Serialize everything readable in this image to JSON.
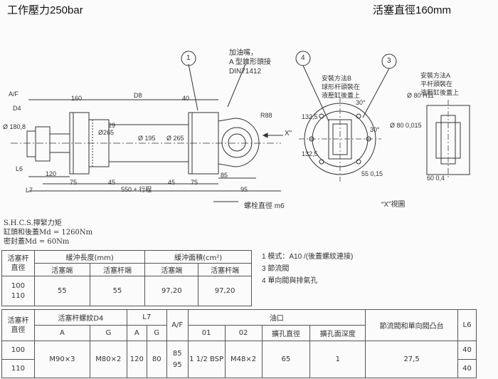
{
  "header": {
    "left": "工作壓力250bar",
    "right": "活塞直徑160mm"
  },
  "drawing": {
    "oil_port_note": [
      "加油嘴，",
      "A 型錐形頭接",
      "DIN71412"
    ],
    "balloons": [
      "1",
      "4",
      "3"
    ],
    "method_b": [
      "安裝方法B",
      "球形杆頭裝在",
      "液壓缸後蓋上"
    ],
    "method_a": [
      "安裝方法A",
      "平杆頭裝在",
      "液壓缸後蓋上"
    ],
    "dims": {
      "af": "A/F",
      "d4": "D4",
      "d160": "160",
      "d8": "D8",
      "d40top": "40",
      "d180": "Ø 180,8",
      "d265a": "Ø265",
      "d29": "29",
      "d195": "Ø 195",
      "d265b": "Ø 265",
      "r88": "R88",
      "x": "X\"",
      "l6": "L6",
      "d120": "120",
      "d75a": "75",
      "d45a": "45",
      "stroke": "550 + 行程",
      "d45b": "45",
      "d75b": "75",
      "d85": "85",
      "d95": "95",
      "l7": "L7",
      "bolt": "螺栓直徑 m6",
      "d1325a": "132,5",
      "d1325b": "132,5",
      "d30a": "30°",
      "d30b": "30°",
      "d80a": "Ø 80 0,015",
      "d55": "55 0,15",
      "d60": "60 0,4",
      "d80b": "Ø 80 H11",
      "view": "“X”視圖"
    }
  },
  "torque": {
    "title": "S.H.C.S.擰緊力矩",
    "line1": "缸頭和後蓋Md = 1260Nm",
    "line2": "密封蓋Md = 60Nm"
  },
  "legend": [
    "1  模式：A10 /(後蓋螺紋連接)",
    "3  節流閥",
    "4  單向閥與排氣孔"
  ],
  "table1": {
    "col_rod": "活塞杆\n直徑",
    "col_cushion_len": "緩沖長度(mm)",
    "col_cushion_area": "緩沖面積(cm²)",
    "sub": [
      "活塞端",
      "活塞杆端",
      "活塞端",
      "活塞杆端"
    ],
    "rods": "100\n110",
    "values": [
      "55",
      "55",
      "97,20",
      "97,20"
    ]
  },
  "table2": {
    "col_rod": "活塞杆\n直徑",
    "col_thread": "活塞杆螺紋D4",
    "col_l7": "L7",
    "col_af": "A/F",
    "col_oil": "油口",
    "col_throttle": "節流閥和單向閥凸台",
    "col_l6": "L6",
    "sub": [
      "A",
      "G",
      "A",
      "G",
      "01",
      "02",
      "擴孔直徑",
      "擴孔面深度"
    ],
    "rows": [
      {
        "rod": "100",
        "l6": "40"
      },
      {
        "rod": "110",
        "l6": "40"
      }
    ],
    "merged": {
      "thread_a": "M90×3",
      "thread_g": "M80×2",
      "l7_a": "120",
      "l7_g": "80",
      "af": "85\n95",
      "oil01": "1 1/2 BSP",
      "oil02": "M48×2",
      "cb_dia": "65",
      "cb_depth": "1",
      "throttle": "27,5"
    }
  }
}
